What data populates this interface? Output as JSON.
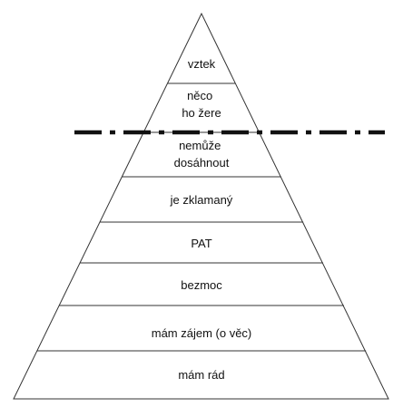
{
  "diagram": {
    "levels": [
      {
        "lines": [
          "vztek"
        ]
      },
      {
        "lines": [
          "něco",
          "ho žere"
        ]
      },
      {
        "lines": [
          "nemůže",
          "dosáhnout"
        ]
      },
      {
        "lines": [
          "je zklamaný"
        ]
      },
      {
        "lines": [
          "PAT"
        ]
      },
      {
        "lines": [
          "bezmoc"
        ]
      },
      {
        "lines": [
          "mám zájem (o věc)"
        ]
      },
      {
        "lines": [
          "mám rád"
        ]
      }
    ]
  }
}
